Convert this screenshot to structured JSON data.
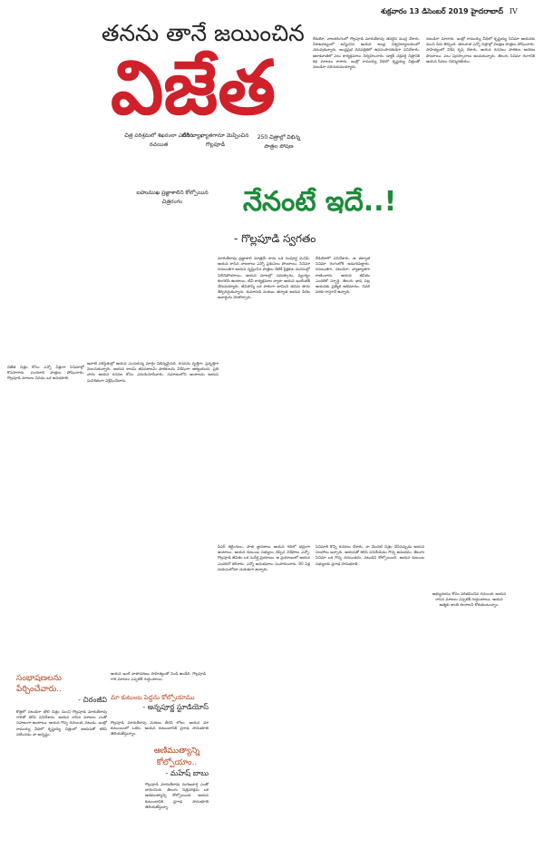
{
  "header": {
    "dateline": "శుక్రవారం 13 డిసెంబర్ 2019 హైదరాబాద్",
    "page_no": "IV"
  },
  "main": {
    "kicker": "తనను తానే జయించిన",
    "title": "విజేత",
    "captions": [
      "చిత్ర పరిశ్రమలో శిఖరంలా ఎదిగిన రచయిత",
      "టీవీ వ్యాఖ్యాతగానూ మెప్పించిన గొల్లపూడి",
      "250 చిత్రాల్లో విభిన్న పాత్రల పోషణ",
      "బహుముఖ ప్రజ్ఞాశాలిని కోల్పోయిన చిత్రరంగం"
    ],
    "headline": "నేనంటే ఇదే..!",
    "subhead": "- గొల్లపూడి స్వగతం"
  },
  "articles": {
    "top_right_1": "రేడియో, నాటకరంగంలో గొల్లపూడి మారుతీరావు తనదైన ముద్ర వేశారు. విశాఖపట్నంలో జన్మించిన ఆయన ఆంధ్ర విశ్వవిద్యాలయంలో చదువుకున్నారు. ఆంధ్రప్రభ దినపత్రికలో ఉపసంపాదకుడిగా పనిచేశారు. ఆకాశవాణిలో పలు కార్యక్రమాలు నిర్వహించారు. డాక్టర్ చక్రవర్తి చిత్రానికి కథ మాటలు రాశారు. ఇంట్లో రామయ్య వీధిలో కృష్ణయ్య చిత్రంతో నటుడిగా పరిచయమయ్యారు.",
    "top_right_2": "నటుడిగా మారారు. ఇంట్లో రామయ్య వీధిలో కృష్ణయ్య సినిమా ఆయనకు మంచి పేరు తెచ్చింది. తరువాత ఎన్నో చిత్రాల్లో విలక్షణ పాత్రలు పోషించారు. సాహిత్యంలో విశేష కృషి చేశారు. ఆయన రచనలు పాఠకుల ఆదరణ పొందాయి. పలు పురస్కారాలు అందుకున్నారు. తెలుగు సినిమా రంగానికి ఆయన సేవలు చిరస్మరణీయం.",
    "mid_1": "మారుతీరావు ప్రజ్ఞాశాలి మాత్రమే కాదు ఒక సంపూర్ణ మనిషి. ఆయన రాసిన నాటకాలు ఎన్నో ప్రశంసలు పొందాయి. సినిమా రచయితగా ఆయన సృష్టించిన పాత్రలు నేటికీ ప్రేక్షకుల మనసుల్లో నిలిచిపోయాయి. ఆయన మాటల్లో చమత్కారం, వ్యంగ్యం కలగలిసి ఉంటాయి. టీవీ కార్యక్రమాల ద్వారా ఆయన ఇంటింటికీ చేరువయ్యారు. జీవితాన్ని ఒక పాఠంగా భావించి తనను తాను తీర్చిదిద్దుకున్నారు. కుమారుడి మరణం తర్వాత ఆయన పేరిట అవార్డును నెలకొల్పారు.",
    "mid_2": "రేడియోలో పనిచేశారు. ఆ తర్వాత సినిమా రంగంలోకి అడుగుపెట్టారు. రచయితగా, నటుడిగా, వ్యాఖ్యాతగా రాణించారు. ఆయన జీవితం ఎందరికో స్ఫూర్తి. తెలుగు భాష పట్ల ఆయనకు ప్రత్యేక అభిమానం. చివరి వరకు రాస్తూనే ఉన్నారు.",
    "left_1": "విజేత చిత్రం కోసం ఎన్నో ఏళ్లుగా సినిమాల్లో కొనసాగారు. వందలాది పాత్రలు పోషించారు. గొల్లపూడి మాటలు వినడం ఒక అనుభూతి.",
    "left_2": "ఆనాటి పరిస్థితుల్లో ఆయన ఎంచుకున్న మార్గం విభిన్నమైనది. రచనను వృత్తిగా, ప్రవృత్తిగా మలచుకున్నారు. ఆయన కాలమ్ జీవనకాలమ్ పాఠకులను విశేషంగా ఆకట్టుకుంది. ప్రతి వారం ఆయన రచనల కోసం ఎదురుచూసేవారు. సమాజంలోని అంశాలను ఆయన సునిశితంగా విశ్లేషించేవారు.",
    "bottom_mid_1": "పేపర్ కట్టింగులు, పాత జ్ఞాపకాలు ఆయన గదిలో భద్రంగా ఉంటాయి. ఆయన కుటుంబ సభ్యులు చెప్పిన విశేషాలు ఎన్నో. గొల్లపూడి జీవితం ఒక సుదీర్ఘ ప్రయాణం. ఆ ప్రయాణంలో ఆయన ఎందరినో కలిశారు. ఎన్నో అనుభవాలు సంపాదించారు. 80 ఏళ్ల వయసులోనూ చురుకుగా ఉన్నారు.",
    "bottom_mid_2": "సినిమాకి కొన్ని రచనలు చేశారు. నా మొదటి చిత్రం చేసినప్పుడు ఆయన సలహాలు ఇచ్చారు. ఆయనతో కలిసి పనిచేయడం గొప్ప అనుభవం. తెలుగు సినిమా ఒక గొప్ప రచయితను, నటుడిని కోల్పోయింది. ఆయన కుటుంబ సభ్యులకు ప్రగాఢ సానుభూతి.",
    "bottom_right": "అభ్యుదయం కోసం పరితపించిన రచయిత. ఆయన రాసిన మాటలు ఎప్పటికీ గుర్తుంటాయి. ఆయన ఆత్మకు శాంతి కలగాలని కోరుకుంటున్నాం."
  },
  "tributes": [
    {
      "heading": "సంభాషణలను పేర్చించేవారు..",
      "byline": "- చిరంజీవి",
      "text": "కొత్తలో నటుడిగా తొలి చిత్రం నుంచి గొల్లపూడి మారుతీరావు గారితో కలిసి పనిచేశాను. ఆయన రాసిన మాటలు ఎంతో సహజంగా ఉంటాయి. ఆయన గొప్ప రచయిత, నటుడు. ఇంట్లో రామయ్య వీధిలో కృష్ణయ్య చిత్రంలో ఆయనతో కలిసి నటించడం నా అదృష్టం."
    },
    {
      "heading": "మా కుటుంబ పెద్దను కోల్పోయాము",
      "byline": "- అన్నపూర్ణ స్టూడియోస్",
      "text": "గొల్లపూడి మారుతీరావు మరణం తీరని లోటు. ఆయన మా కుటుంబంలో ఒకరు. ఆయన కుటుంబానికి ప్రగాఢ సానుభూతి తెలియజేస్తున్నాం.",
      "pre": "ఆయన ఇంటి వాతావరణం సాహిత్యంతో నిండి ఉండేది. గొల్లపూడి గారి మాటలు ఎప్పటికీ గుర్తుంటాయి."
    },
    {
      "heading": "ఆణిముత్యాన్ని కోల్పోయాం..",
      "byline": "- మహేష్ బాబు",
      "text": "గొల్లపూడి మారుతీరావు మరణవార్త ఎంతో బాధించింది. తెలుగు చిత్రపరిశ్రమ ఒక ఆణిముత్యాన్ని కోల్పోయింది. ఆయన కుటుంబానికి ప్రగాఢ సానుభూతి తెలియజేస్తున్నా."
    }
  ],
  "colors": {
    "title_red": "#d0202a",
    "headline_green": "#1e8a3a",
    "tribute_heading": "#b5441c"
  }
}
